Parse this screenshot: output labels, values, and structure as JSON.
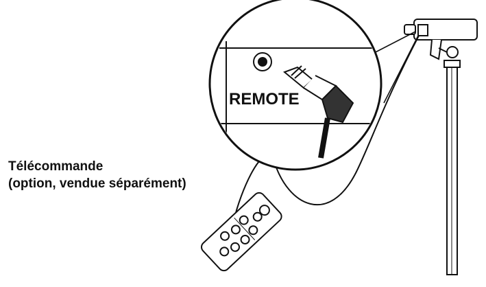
{
  "figure": {
    "port_label": "REMOTE",
    "caption_line1": "Télécommande",
    "caption_line2": "(option, vendue séparément)"
  },
  "colors": {
    "line": "#111111",
    "background": "#ffffff"
  },
  "icons": [
    "remote-jack-port-icon",
    "audio-plug-icon",
    "camera-mount-icon",
    "tripod-pole-icon",
    "remote-control-icon"
  ]
}
